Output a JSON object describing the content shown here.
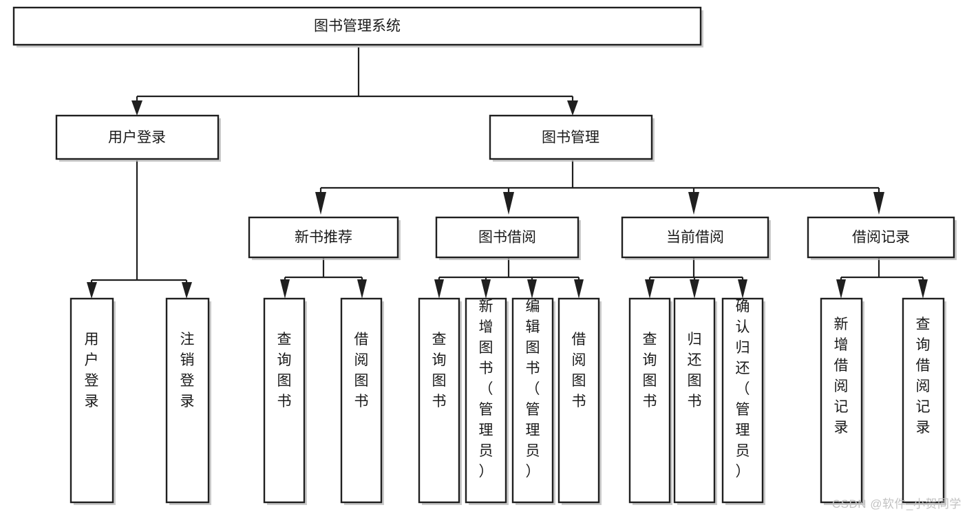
{
  "diagram": {
    "type": "tree",
    "title": "图书管理系统",
    "orientation": "top-down",
    "background_color": "#ffffff",
    "line_color": "#1f1f1f",
    "box_fill": "#ffffff",
    "nodes": {
      "root": {
        "label": "图书管理系统",
        "level": 0,
        "text_orientation": "horizontal"
      },
      "user_login": {
        "label": "用户登录",
        "level": 1,
        "text_orientation": "horizontal"
      },
      "book_manage": {
        "label": "图书管理",
        "level": 1,
        "text_orientation": "horizontal"
      },
      "new_book_rec": {
        "label": "新书推荐",
        "level": 2,
        "text_orientation": "horizontal"
      },
      "book_borrow": {
        "label": "图书借阅",
        "level": 2,
        "text_orientation": "horizontal"
      },
      "current_borrow": {
        "label": "当前借阅",
        "level": 2,
        "text_orientation": "horizontal"
      },
      "borrow_record": {
        "label": "借阅记录",
        "level": 2,
        "text_orientation": "horizontal"
      },
      "leaf_user_login": {
        "label": "用户登录",
        "level": 2,
        "text_orientation": "vertical"
      },
      "leaf_logout": {
        "label": "注销登录",
        "level": 2,
        "text_orientation": "vertical"
      },
      "leaf_query_book_1": {
        "label": "查询图书",
        "level": 3,
        "text_orientation": "vertical"
      },
      "leaf_borrow_book_1": {
        "label": "借阅图书",
        "level": 3,
        "text_orientation": "vertical"
      },
      "leaf_query_book_2": {
        "label": "查询图书",
        "level": 3,
        "text_orientation": "vertical"
      },
      "leaf_add_book": {
        "label": "新增图书（管理员）",
        "level": 3,
        "text_orientation": "vertical"
      },
      "leaf_edit_book": {
        "label": "编辑图书（管理员）",
        "level": 3,
        "text_orientation": "vertical"
      },
      "leaf_borrow_book_2": {
        "label": "借阅图书",
        "level": 3,
        "text_orientation": "vertical"
      },
      "leaf_query_book_3": {
        "label": "查询图书",
        "level": 3,
        "text_orientation": "vertical"
      },
      "leaf_return_book": {
        "label": "归还图书",
        "level": 3,
        "text_orientation": "vertical"
      },
      "leaf_confirm_return": {
        "label": "确认归还（管理员）",
        "level": 3,
        "text_orientation": "vertical"
      },
      "leaf_add_record": {
        "label": "新增借阅记录",
        "level": 3,
        "text_orientation": "vertical"
      },
      "leaf_query_record": {
        "label": "查询借阅记录",
        "level": 3,
        "text_orientation": "vertical"
      }
    },
    "edges": [
      {
        "from": "root",
        "to": "user_login"
      },
      {
        "from": "root",
        "to": "book_manage"
      },
      {
        "from": "user_login",
        "to": "leaf_user_login"
      },
      {
        "from": "user_login",
        "to": "leaf_logout"
      },
      {
        "from": "book_manage",
        "to": "new_book_rec"
      },
      {
        "from": "book_manage",
        "to": "book_borrow"
      },
      {
        "from": "book_manage",
        "to": "current_borrow"
      },
      {
        "from": "book_manage",
        "to": "borrow_record"
      },
      {
        "from": "new_book_rec",
        "to": "leaf_query_book_1"
      },
      {
        "from": "new_book_rec",
        "to": "leaf_borrow_book_1"
      },
      {
        "from": "book_borrow",
        "to": "leaf_query_book_2"
      },
      {
        "from": "book_borrow",
        "to": "leaf_add_book"
      },
      {
        "from": "book_borrow",
        "to": "leaf_edit_book"
      },
      {
        "from": "book_borrow",
        "to": "leaf_borrow_book_2"
      },
      {
        "from": "current_borrow",
        "to": "leaf_query_book_3"
      },
      {
        "from": "current_borrow",
        "to": "leaf_return_book"
      },
      {
        "from": "current_borrow",
        "to": "leaf_confirm_return"
      },
      {
        "from": "borrow_record",
        "to": "leaf_add_record"
      },
      {
        "from": "borrow_record",
        "to": "leaf_query_record"
      }
    ]
  },
  "watermark": {
    "text": "CSDN @软件_小贺同学"
  }
}
